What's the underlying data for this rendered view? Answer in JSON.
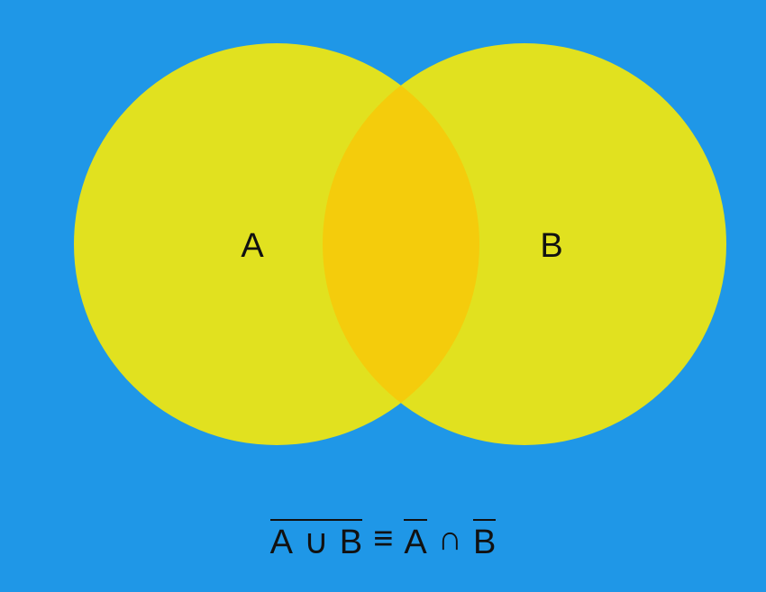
{
  "colors": {
    "background": "#1f97e7",
    "circle_fill": "#e1e11f",
    "intersection_fill": "#f4cc0c",
    "text": "#111111"
  },
  "diagram": {
    "set_a_label": "A",
    "set_b_label": "B"
  },
  "formula": {
    "lhs_left": "A",
    "lhs_op": "∪",
    "lhs_right": "B",
    "equiv": "≡",
    "rhs_left": "A",
    "rhs_op": "∩",
    "rhs_right": "B"
  }
}
